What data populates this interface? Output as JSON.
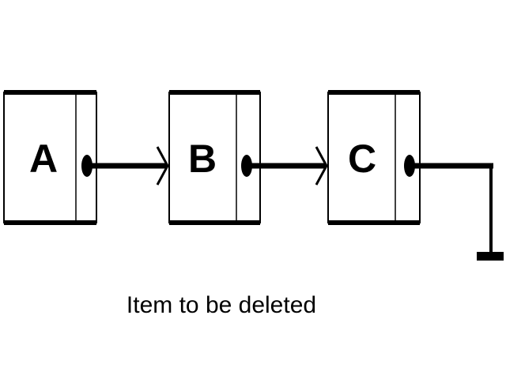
{
  "diagram": {
    "nodes": [
      {
        "id": "A",
        "label": "A"
      },
      {
        "id": "B",
        "label": "B"
      },
      {
        "id": "C",
        "label": "C"
      }
    ],
    "links": [
      {
        "from": "A",
        "to": "B"
      },
      {
        "from": "B",
        "to": "C"
      },
      {
        "from": "C",
        "to": "null-ground"
      }
    ],
    "caption": "Item to be deleted",
    "colors": {
      "stroke": "#000000",
      "background": "#ffffff"
    }
  }
}
